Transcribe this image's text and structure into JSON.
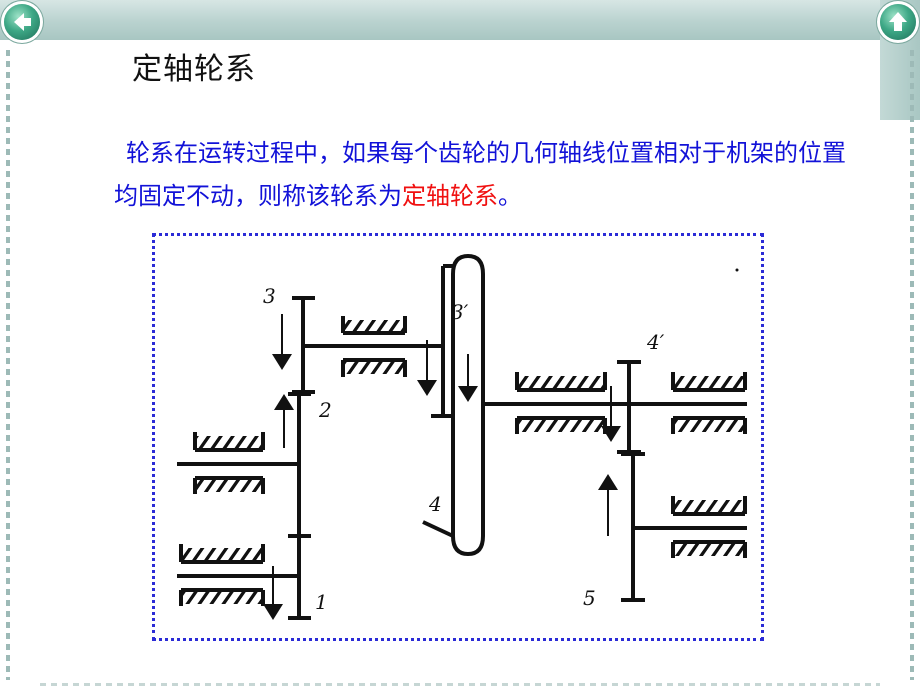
{
  "slide": {
    "title": "定轴轮系",
    "paragraph": {
      "part1": "轮系在运转过程中，如果每个齿轮的几何轴线位置相对于机架的位置均固定不动，则称该轮系为",
      "highlight": "定轴轮系",
      "end": "。"
    },
    "highlight_color": "#f01010",
    "text_color": "#1212d8"
  },
  "navigation": {
    "back_icon": "back-arrow-icon",
    "home_icon": "up-arrow-icon"
  },
  "diagram": {
    "labels": {
      "g3": "3",
      "g3p": "3′",
      "g2": "2",
      "g4p": "4′",
      "g4": "4",
      "g1": "1",
      "g5": "5"
    }
  }
}
